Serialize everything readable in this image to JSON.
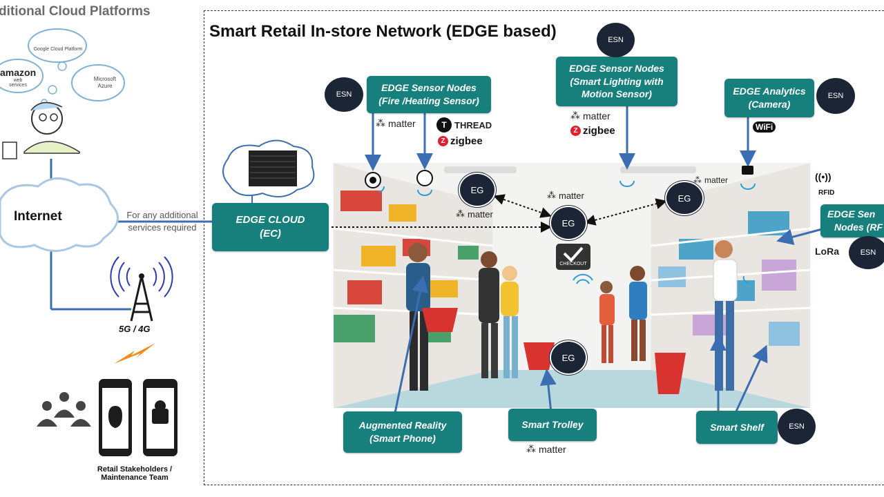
{
  "left": {
    "heading": "ditional Cloud Platforms",
    "clouds": {
      "google": "Google Cloud Platform",
      "amazon": "amazon",
      "amazon_sub": "web services",
      "microsoft": "Microsoft",
      "azure": "Azure"
    },
    "internet": "Internet",
    "additional_services": "For any additional services required",
    "network": "5G / 4G",
    "stakeholders": "Retail Stakeholders / Maintenance Team"
  },
  "main": {
    "title": "Smart Retail In-store Network (EDGE based)",
    "edge_cloud": {
      "line1": "EDGE CLOUD",
      "line2": "(EC)"
    },
    "fire_sensor": {
      "line1": "EDGE Sensor Nodes",
      "line2": "(Fire /Heating Sensor)"
    },
    "lighting_sensor": {
      "line1": "EDGE Sensor Nodes",
      "line2": "(Smart Lighting with",
      "line3": "Motion Sensor)"
    },
    "analytics": {
      "line1": "EDGE Analytics",
      "line2": "(Camera)"
    },
    "rfid_sensor": {
      "line1": "EDGE Sen",
      "line2": "Nodes (RF"
    },
    "ar": {
      "line1": "Augmented Reality",
      "line2": "(Smart Phone)"
    },
    "trolley": "Smart Trolley",
    "shelf": "Smart Shelf",
    "esn": "ESN",
    "eg": "EG",
    "matter": "matter",
    "thread": "THREAD",
    "zigbee": "zigbee",
    "wifi": "WiFi",
    "rfid": "RFID",
    "lora": "LoRa",
    "checkout": "CHECKOUT"
  },
  "colors": {
    "teal": "#17807d",
    "navy": "#1c2536",
    "link_blue": "#3b6db3"
  }
}
